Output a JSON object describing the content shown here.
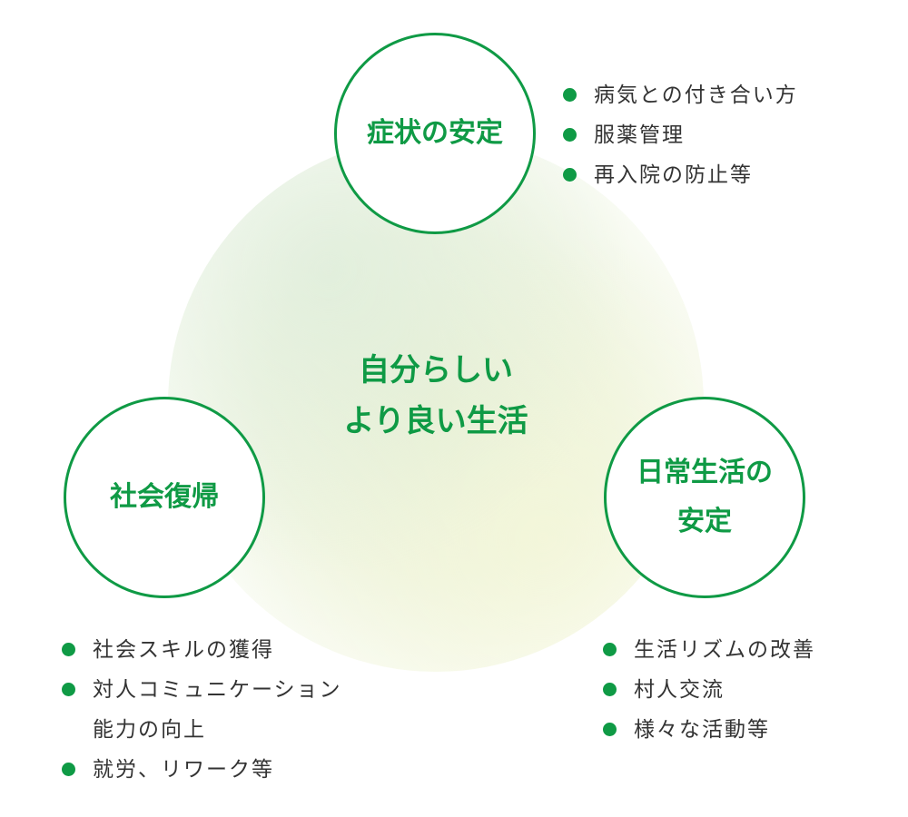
{
  "center_text": {
    "line1": "自分らしい",
    "line2": "より良い生活"
  },
  "nodes": {
    "top": {
      "label": "症状の安定",
      "items": [
        "病気との付き合い方",
        "服薬管理",
        "再入院の防止等"
      ]
    },
    "left": {
      "label": "社会復帰",
      "items": [
        "社会スキルの獲得",
        "対人コミュニケーション",
        "能力の向上",
        "就労、リワーク等"
      ]
    },
    "right": {
      "label_line1": "日常生活の",
      "label_line2": "安定",
      "items": [
        "生活リズムの改善",
        "村人交流",
        "様々な活動等"
      ]
    }
  },
  "colors": {
    "accent": "#0f9a45",
    "text": "#333333"
  }
}
